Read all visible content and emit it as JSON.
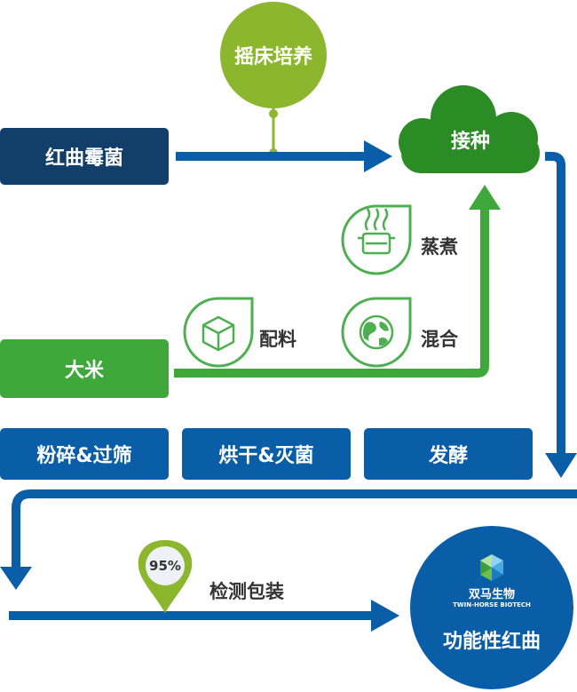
{
  "nodes": {
    "shake_culture": "摇床培养",
    "monascus": "红曲霉菌",
    "inoculation": "接种",
    "steaming": "蒸煮",
    "ingredients": "配料",
    "mixing": "混合",
    "rice": "大米",
    "crush_sieve": "粉碎&过筛",
    "dry_sterilize": "烘干&灭菌",
    "ferment": "发酵",
    "inspect_pack": "检测包装",
    "pass_rate": "95%",
    "product": "功能性红曲"
  },
  "logo": {
    "name_cn": "双马生物",
    "name_en": "TWIN-HORSE BIOTECH"
  },
  "colors": {
    "dark_navy": "#123f6a",
    "blue": "#0a5ea8",
    "green": "#3ea83b",
    "dark_green": "#2b8b25",
    "olive": "#8db62f",
    "light_green_stroke": "#4caf50"
  },
  "icons": [
    "steaming-pot-icon",
    "cube-icon",
    "globe-icon",
    "map-pin-icon",
    "cloud-icon",
    "twin-horse-logo-icon"
  ]
}
